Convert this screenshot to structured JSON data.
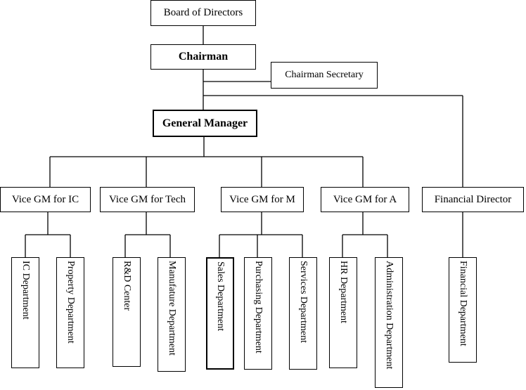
{
  "nodes": {
    "board": "Board of Directors",
    "chairman": "Chairman",
    "secretary": "Chairman Secretary",
    "gm": "General Manager",
    "vp_ic": "Vice GM for IC",
    "vp_tech": "Vice GM for Tech",
    "vp_m": "Vice GM for M",
    "vp_a": "Vice GM for A",
    "financial_director": "Financial Director"
  },
  "departments": {
    "ic": "IC Department",
    "property": "Property Department",
    "rd": "R&D Center",
    "manufacture": "Manufature Department",
    "sales": "Sales Department",
    "purchasing": "Purchasing Department",
    "services": "Services Department",
    "hr": "HR Department",
    "administration": "Administration Department",
    "financial": "Financial Department"
  },
  "colors": {
    "line": "#000000",
    "background": "#ffffff"
  }
}
